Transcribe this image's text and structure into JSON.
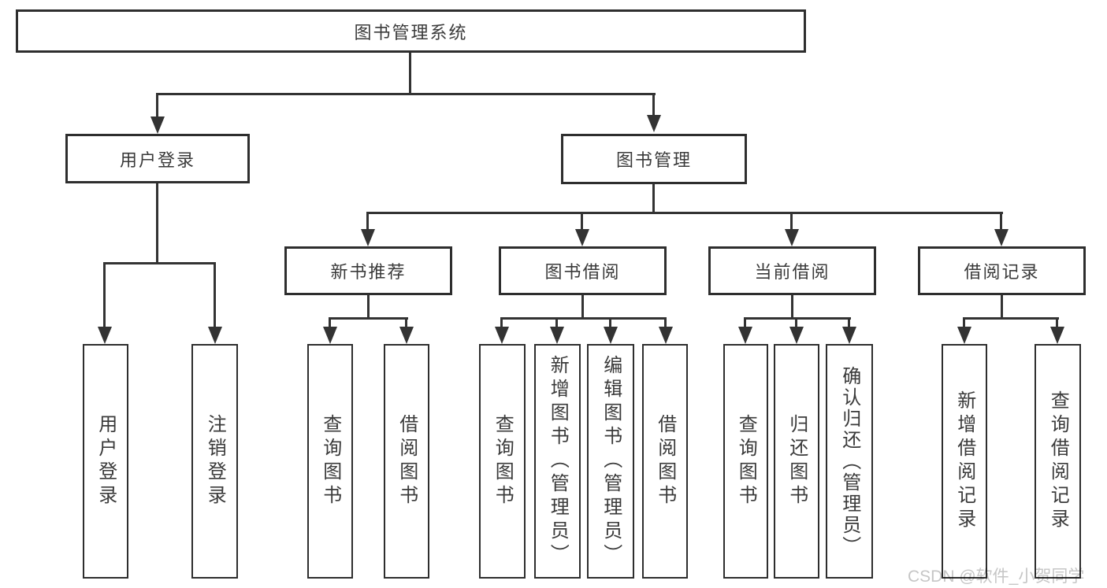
{
  "nodes": {
    "root": "图书管理系统",
    "user_login": "用户登录",
    "book_mgmt": "图书管理",
    "new_books": "新书推荐",
    "borrowing": "图书借阅",
    "current": "当前借阅",
    "records": "借阅记录"
  },
  "leaves": {
    "user_login": [
      "用户登录",
      "注销登录"
    ],
    "new_books": [
      "查询图书",
      "借阅图书"
    ],
    "borrowing": [
      "查询图书",
      "新增图书（管理员）",
      "编辑图书（管理员）",
      "借阅图书"
    ],
    "current": [
      "查询图书",
      "归还图书",
      "确认归还（管理员）"
    ],
    "records": [
      "新增借阅记录",
      "查询借阅记录"
    ]
  },
  "watermark": {
    "text": "CSDN @软件_小贺同学"
  },
  "colors": {
    "line": "#333333",
    "border": "#2e2e2e",
    "text": "#3a3a3a",
    "watermark": "#c6c6c6",
    "background": "#ffffff"
  }
}
